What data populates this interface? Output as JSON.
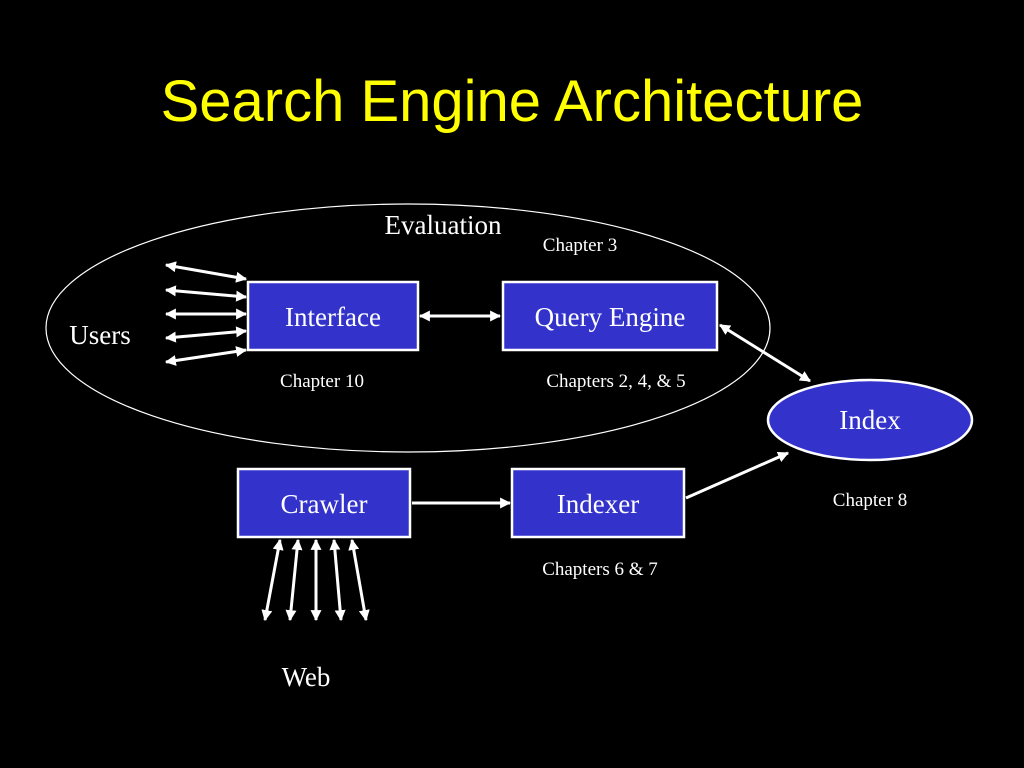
{
  "slide": {
    "title": "Search Engine Architecture",
    "ellipse_label": "Evaluation"
  },
  "nodes": {
    "interface": "Interface",
    "query_engine": "Query Engine",
    "index": "Index",
    "crawler": "Crawler",
    "indexer": "Indexer"
  },
  "labels": {
    "users": "Users",
    "web": "Web"
  },
  "chapters": {
    "evaluation": "Chapter 3",
    "interface": "Chapter 10",
    "query_engine": "Chapters 2, 4, & 5",
    "index": "Chapter 8",
    "indexer": "Chapters 6 & 7"
  },
  "colors": {
    "background": "#000000",
    "title": "#FFFF00",
    "node_fill": "#3333CC",
    "node_border": "#FFFFFF",
    "text": "#FFFFFF",
    "arrows": "#FFFFFF"
  }
}
